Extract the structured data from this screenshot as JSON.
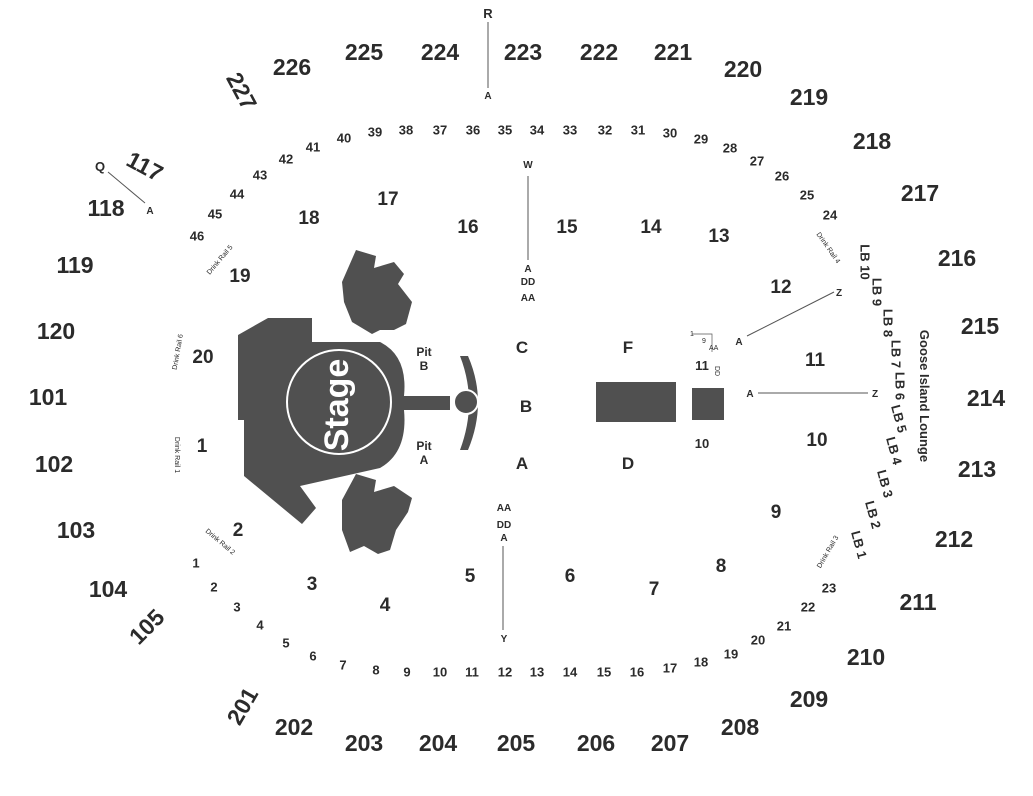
{
  "venue_map": {
    "stage_label": "Stage",
    "lounge_label": "Goose Island Lounge",
    "pit_a": [
      "Pit",
      "A"
    ],
    "pit_b": [
      "Pit",
      "B"
    ],
    "colors": {
      "block": "#505050",
      "text": "#2b2b2b",
      "line": "#555555"
    },
    "upper_sections": [
      "201",
      "202",
      "203",
      "204",
      "205",
      "206",
      "207",
      "208",
      "209",
      "210",
      "211",
      "212",
      "213",
      "214",
      "215",
      "216",
      "217",
      "218",
      "219",
      "220",
      "221",
      "222",
      "223",
      "224",
      "225",
      "226",
      "227"
    ],
    "lower_sections": [
      "117",
      "118",
      "119",
      "120",
      "101",
      "102",
      "103",
      "104",
      "105"
    ],
    "floor_sections": [
      "1",
      "2",
      "3",
      "4",
      "5",
      "6",
      "7",
      "8",
      "9",
      "10",
      "11",
      "12",
      "13",
      "14",
      "15",
      "16",
      "17",
      "18",
      "19",
      "20"
    ],
    "floor_letters": [
      "A",
      "B",
      "C",
      "D",
      "F"
    ],
    "side_blocks": [
      "11",
      "10"
    ],
    "rows_bottom": [
      "1",
      "2",
      "3",
      "4",
      "5",
      "6",
      "7",
      "8",
      "9",
      "10",
      "11",
      "12",
      "13",
      "14",
      "15",
      "16",
      "17",
      "18",
      "19",
      "20",
      "21",
      "22",
      "23"
    ],
    "rows_top": [
      "24",
      "25",
      "26",
      "27",
      "28",
      "29",
      "30",
      "31",
      "32",
      "33",
      "34",
      "35",
      "36",
      "37",
      "38",
      "39",
      "40",
      "41",
      "42",
      "43",
      "44",
      "45",
      "46"
    ],
    "drink_rails": [
      "Drink Rail 1",
      "Drink Rail 2",
      "Drink Rail 3",
      "Drink Rail 4",
      "Drink Rail 5",
      "Drink Rail 6"
    ],
    "lounge_boxes": [
      "LB 1",
      "LB 2",
      "LB 3",
      "LB 4",
      "LB 5",
      "LB 6",
      "LB 7",
      "LB 8",
      "LB 9",
      "LB 10"
    ],
    "row_markers": {
      "r_top": "R",
      "a_top": "A",
      "q": "Q",
      "a_q": "A",
      "w": "W",
      "a_w": "A",
      "dd_w": "DD",
      "aa_w": "AA",
      "aa_y": "AA",
      "dd_y": "DD",
      "a_y": "A",
      "y": "Y",
      "z_upper": "Z",
      "a_z_upper": "A",
      "z_lower": "Z",
      "a_z_lower": "A",
      "micro_1": "1",
      "micro_9": "9",
      "micro_dd": "DD",
      "micro_aa": "AA"
    }
  }
}
